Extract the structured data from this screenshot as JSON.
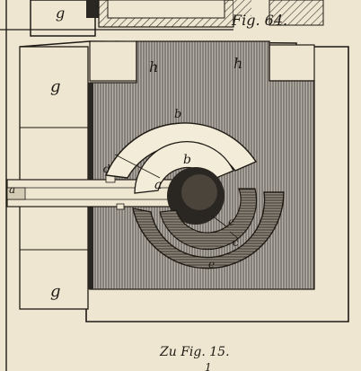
{
  "colors": {
    "paper": "#efe6d2",
    "ink": "#1e1a14",
    "hatch_gray": "#8c8a84",
    "dark_core": "#2a2621",
    "cream": "#f3ecd9",
    "spiral_band": "#6c655b"
  },
  "figure_title": "Fig. 64.",
  "caption": "Zu Fig. 15.",
  "caption_fragment": "1",
  "labels": {
    "g_top": "g",
    "g_mid": "g",
    "g_bottom": "g",
    "h_left": "h",
    "h_right": "h",
    "b_outer": "b",
    "b_inner": "b",
    "a_left": "a",
    "a_center": "a",
    "d": "d",
    "c_top": "c",
    "c_bottom": "c",
    "e": "e"
  }
}
